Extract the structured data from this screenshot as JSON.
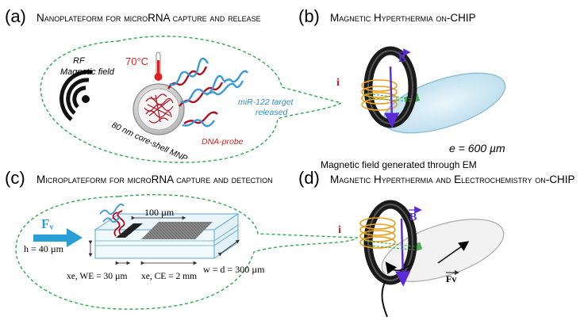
{
  "panel_a": {
    "label": "(a)",
    "title": "Nanoplateform for microRNA capture and release",
    "rf_line1": "RF",
    "rf_line2": "Magnetic field",
    "temperature": "70°C",
    "target_line1": "miR-122 target",
    "target_line2": "released",
    "probe": "DNA-probe",
    "particle": "80 nm core-shell MNP"
  },
  "panel_b": {
    "label": "(b)",
    "title": "Magnetic Hyperthermia on-CHIP",
    "current": "i",
    "field": "B",
    "thickness": "e = 600 µm",
    "caption": "Magnetic field generated through EM"
  },
  "panel_c": {
    "label": "(c)",
    "title": "Microplateform for microRNA capture and detection",
    "flow": "Fᵥ",
    "width_top": "100 µm",
    "height": "h = 40 µm",
    "width_wd": "w = d = 300 µm",
    "we": "xe, WE = 30 µm",
    "ce": "xe, CE = 2 mm"
  },
  "panel_d": {
    "label": "(d)",
    "title": "Magnetic Hyperthermia and Electrochemistry on-CHIP",
    "current": "i",
    "field": "B",
    "flow": "Fv"
  },
  "colors": {
    "dashed_green": "#2fa84f",
    "dna_red": "#b01020",
    "dna_blue": "#3a9ad8",
    "field_purple": "#5a2bd6",
    "coil_orange": "#e8a020",
    "flow_blue": "#2a9fd6",
    "temp_red": "#e0201e"
  },
  "icons": [
    "wireless-signal-icon",
    "thermometer-icon",
    "electromagnet-icon"
  ]
}
